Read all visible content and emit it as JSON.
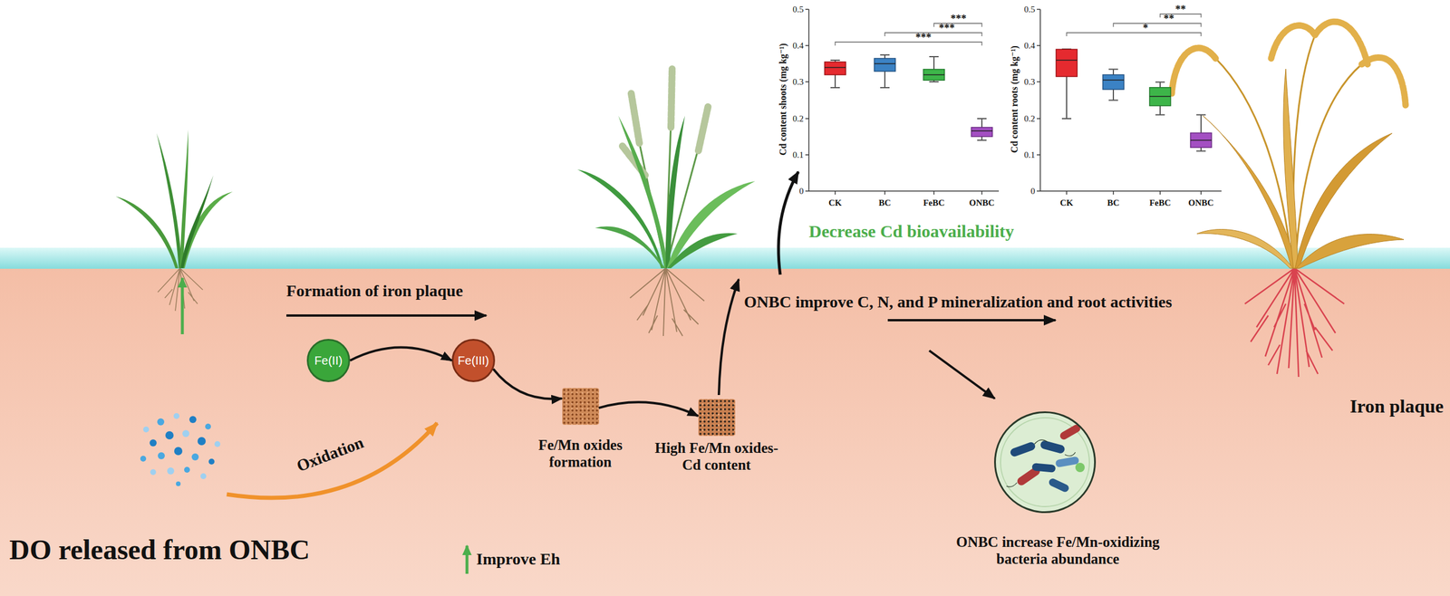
{
  "diagram": {
    "nodes": [
      {
        "text": [
          "Fe(II)"
        ]
      },
      {
        "text": [
          "Fe(III)"
        ]
      },
      {
        "text": [
          "Fe/Mn oxides formation"
        ]
      },
      {
        "text": [
          "High Fe/Mn oxides-Cd content"
        ]
      },
      {
        "text": [
          "ONBC increase Fe/Mn-oxidizing bacteria abundance"
        ]
      }
    ],
    "edges": [
      {
        "from": 0,
        "to": 1,
        "arrow": "to"
      },
      {
        "from": 1,
        "to": 2,
        "arrow": "to"
      },
      {
        "from": 2,
        "to": 3,
        "arrow": "to"
      }
    ],
    "labels": [
      "Formation of iron plaque",
      "Oxidation",
      "DO released from ONBC",
      "Improve Eh",
      "Decrease Cd bioavailability",
      "ONBC improve C, N, and P mineralization and root activities",
      "Iron plaque",
      "Cd content shoots (mg kg⁻¹)",
      "0",
      "0.1",
      "0.2",
      "0.3",
      "0.4",
      "0.5",
      "CK",
      "BC",
      "FeBC",
      "ONBC",
      "***",
      "***",
      "***",
      "Cd content roots (mg kg⁻¹)",
      "0",
      "0.1",
      "0.2",
      "0.3",
      "0.4",
      "0.5",
      "CK",
      "BC",
      "FeBC",
      "ONBC",
      "**",
      "**",
      "*"
    ]
  }
}
